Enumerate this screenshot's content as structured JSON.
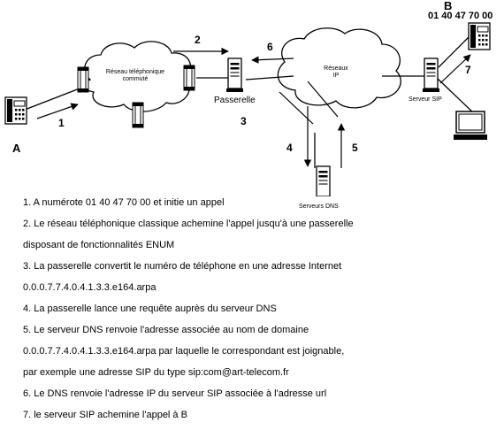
{
  "labels": {
    "network_pstn": "Réseau téléphonique\ncommuté",
    "network_ip": "Réseaux\nIP",
    "gateway": "Passerelle",
    "gateway_num": "3",
    "sip_server": "Serveur SIP",
    "dns_server": "Serveurs DNS",
    "point_a": "A",
    "point_b": "B",
    "b_number": "01 40 47 70 00"
  },
  "arrows": [
    "1",
    "2",
    "4",
    "5",
    "6",
    "7"
  ],
  "steps": [
    "1. A numérote 01 40 47 70 00 et initie un appel",
    "2. Le réseau téléphonique classique achemine l'appel jusqu'à une passerelle",
    "disposant de fonctionnalités ENUM",
    "3. La passerelle convertit le numéro de téléphone en une adresse Internet",
    "0.0.0.7.7.4.0.4.1.3.3.e164.arpa",
    "4. La passerelle lance une requête auprès du serveur DNS",
    "5. Le serveur DNS renvoie l'adresse associée au nom de domaine",
    "0.0.0.7.7.4.0.4.1.3.3.e164.arpa par laquelle le correspondant est joignable,",
    "par exemple une adresse SIP du type sip:com@art-telecom.fr",
    "6. Le DNS renvoie l'adresse IP du serveur SIP associée à l'adresse url",
    "7. le serveur SIP achemine l'appel à B"
  ]
}
